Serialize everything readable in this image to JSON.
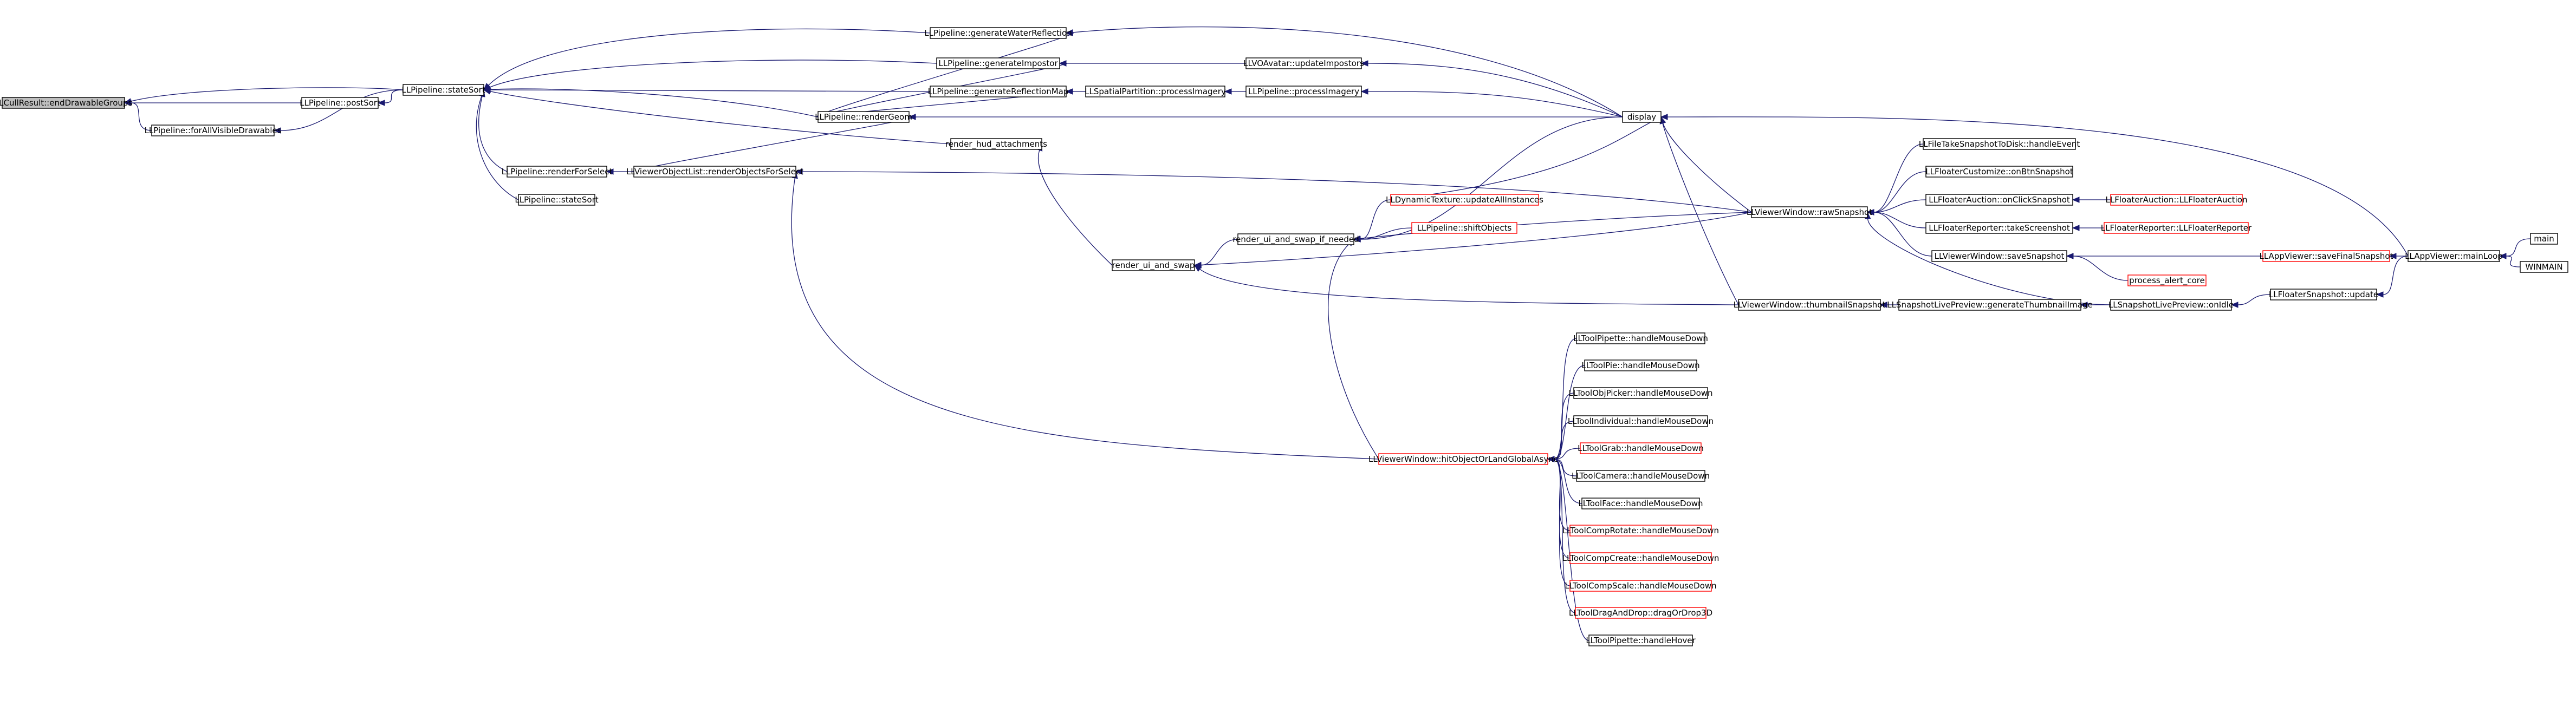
{
  "colors": {
    "edge": "#191970",
    "node_border": "#000000",
    "truncated_border": "#ff0000",
    "root_fill": "#bfbfbf",
    "node_fill": "#ffffff"
  },
  "graph": {
    "nodes": [
      {
        "id": "n0",
        "label": "LLCullResult::endDrawableGroups",
        "kind": "root"
      },
      {
        "id": "n1",
        "label": "LLPipeline::forAllVisibleDrawables",
        "kind": "normal"
      },
      {
        "id": "n2",
        "label": "LLPipeline::postSort",
        "kind": "normal"
      },
      {
        "id": "n3",
        "label": "LLPipeline::stateSort",
        "kind": "normal"
      },
      {
        "id": "n4",
        "label": "LLPipeline::generateWaterReflection",
        "kind": "normal"
      },
      {
        "id": "n5",
        "label": "LLPipeline::generateImpostor",
        "kind": "normal"
      },
      {
        "id": "n6",
        "label": "LLPipeline::generateReflectionMap",
        "kind": "normal"
      },
      {
        "id": "n7",
        "label": "LLPipeline::renderGeom",
        "kind": "normal"
      },
      {
        "id": "n8",
        "label": "render_hud_attachments",
        "kind": "normal"
      },
      {
        "id": "n9",
        "label": "LLPipeline::renderForSelect",
        "kind": "normal"
      },
      {
        "id": "n10",
        "label": "LLPipeline::stateSort",
        "kind": "normal"
      },
      {
        "id": "n11",
        "label": "LLViewerObjectList::renderObjectsForSelect",
        "kind": "normal"
      },
      {
        "id": "n12",
        "label": "LLVOAvatar::updateImpostors",
        "kind": "normal"
      },
      {
        "id": "n13",
        "label": "LLSpatialPartition::processImagery",
        "kind": "normal"
      },
      {
        "id": "n14",
        "label": "LLPipeline::processImagery",
        "kind": "normal"
      },
      {
        "id": "n15",
        "label": "display",
        "kind": "normal"
      },
      {
        "id": "n16",
        "label": "render_ui_and_swap",
        "kind": "normal"
      },
      {
        "id": "n17",
        "label": "render_ui_and_swap_if_needed",
        "kind": "normal"
      },
      {
        "id": "n18",
        "label": "LLDynamicTexture::updateAllInstances",
        "kind": "truncated"
      },
      {
        "id": "n19",
        "label": "LLPipeline::shiftObjects",
        "kind": "truncated"
      },
      {
        "id": "n20",
        "label": "LLViewerWindow::rawSnapshot",
        "kind": "normal"
      },
      {
        "id": "n21",
        "label": "LLViewerWindow::thumbnailSnapshot",
        "kind": "normal"
      },
      {
        "id": "n22",
        "label": "LLViewerWindow::hitObjectOrLandGlobalAsync",
        "kind": "truncated"
      },
      {
        "id": "n23",
        "label": "LLToolPipette::handleMouseDown",
        "kind": "normal"
      },
      {
        "id": "n24",
        "label": "LLToolPie::handleMouseDown",
        "kind": "normal"
      },
      {
        "id": "n25",
        "label": "LLToolObjPicker::handleMouseDown",
        "kind": "normal"
      },
      {
        "id": "n26",
        "label": "LLToolIndividual::handleMouseDown",
        "kind": "normal"
      },
      {
        "id": "n27",
        "label": "LLToolGrab::handleMouseDown",
        "kind": "truncated"
      },
      {
        "id": "n28",
        "label": "LLToolCamera::handleMouseDown",
        "kind": "normal"
      },
      {
        "id": "n29",
        "label": "LLToolFace::handleMouseDown",
        "kind": "normal"
      },
      {
        "id": "n30",
        "label": "LLToolCompRotate::handleMouseDown",
        "kind": "truncated"
      },
      {
        "id": "n31",
        "label": "LLToolCompCreate::handleMouseDown",
        "kind": "truncated"
      },
      {
        "id": "n32",
        "label": "LLToolCompScale::handleMouseDown",
        "kind": "truncated"
      },
      {
        "id": "n33",
        "label": "LLToolDragAndDrop::dragOrDrop3D",
        "kind": "truncated"
      },
      {
        "id": "n34",
        "label": "LLToolPipette::handleHover",
        "kind": "normal"
      },
      {
        "id": "n35",
        "label": "LLFileTakeSnapshotToDisk::handleEvent",
        "kind": "normal"
      },
      {
        "id": "n36",
        "label": "LLFloaterCustomize::onBtnSnapshot",
        "kind": "normal"
      },
      {
        "id": "n37",
        "label": "LLFloaterAuction::onClickSnapshot",
        "kind": "normal"
      },
      {
        "id": "n38",
        "label": "LLFloaterReporter::takeScreenshot",
        "kind": "normal"
      },
      {
        "id": "n39",
        "label": "LLViewerWindow::saveSnapshot",
        "kind": "normal"
      },
      {
        "id": "n40",
        "label": "process_alert_core",
        "kind": "truncated"
      },
      {
        "id": "n41",
        "label": "LLSnapshotLivePreview::generateThumbnailImage",
        "kind": "normal"
      },
      {
        "id": "n42",
        "label": "LLSnapshotLivePreview::onIdle",
        "kind": "normal"
      },
      {
        "id": "n43",
        "label": "LLFloaterAuction::LLFloaterAuction",
        "kind": "truncated"
      },
      {
        "id": "n44",
        "label": "LLFloaterReporter::LLFloaterReporter",
        "kind": "truncated"
      },
      {
        "id": "n45",
        "label": "LLAppViewer::saveFinalSnapshot",
        "kind": "truncated"
      },
      {
        "id": "n46",
        "label": "LLAppViewer::mainLoop",
        "kind": "normal"
      },
      {
        "id": "n47",
        "label": "LLFloaterSnapshot::update",
        "kind": "normal"
      },
      {
        "id": "n48",
        "label": "main",
        "kind": "normal"
      },
      {
        "id": "n49",
        "label": "WINMAIN",
        "kind": "normal"
      }
    ],
    "edges": [
      [
        "n1",
        "n0"
      ],
      [
        "n2",
        "n0"
      ],
      [
        "n3",
        "n0"
      ],
      [
        "n3",
        "n1"
      ],
      [
        "n3",
        "n2"
      ],
      [
        "n4",
        "n3"
      ],
      [
        "n5",
        "n3"
      ],
      [
        "n6",
        "n3"
      ],
      [
        "n7",
        "n3"
      ],
      [
        "n8",
        "n3"
      ],
      [
        "n9",
        "n3"
      ],
      [
        "n10",
        "n3"
      ],
      [
        "n7",
        "n4"
      ],
      [
        "n7",
        "n5"
      ],
      [
        "n7",
        "n6"
      ],
      [
        "n15",
        "n4"
      ],
      [
        "n12",
        "n5"
      ],
      [
        "n13",
        "n6"
      ],
      [
        "n14",
        "n13"
      ],
      [
        "n15",
        "n14"
      ],
      [
        "n15",
        "n12"
      ],
      [
        "n15",
        "n7"
      ],
      [
        "n11",
        "n7"
      ],
      [
        "n11",
        "n9"
      ],
      [
        "n16",
        "n8"
      ],
      [
        "n15",
        "n17"
      ],
      [
        "n17",
        "n16"
      ],
      [
        "n21",
        "n16"
      ],
      [
        "n20",
        "n16"
      ],
      [
        "n20",
        "n17"
      ],
      [
        "n18",
        "n17"
      ],
      [
        "n19",
        "n17"
      ],
      [
        "n22",
        "n17"
      ],
      [
        "n20",
        "n15"
      ],
      [
        "n18",
        "n15"
      ],
      [
        "n21",
        "n15"
      ],
      [
        "n46",
        "n15"
      ],
      [
        "n20",
        "n11"
      ],
      [
        "n22",
        "n11"
      ],
      [
        "n23",
        "n22"
      ],
      [
        "n24",
        "n22"
      ],
      [
        "n25",
        "n22"
      ],
      [
        "n26",
        "n22"
      ],
      [
        "n27",
        "n22"
      ],
      [
        "n28",
        "n22"
      ],
      [
        "n29",
        "n22"
      ],
      [
        "n30",
        "n22"
      ],
      [
        "n31",
        "n22"
      ],
      [
        "n32",
        "n22"
      ],
      [
        "n33",
        "n22"
      ],
      [
        "n34",
        "n22"
      ],
      [
        "n35",
        "n20"
      ],
      [
        "n36",
        "n20"
      ],
      [
        "n37",
        "n20"
      ],
      [
        "n38",
        "n20"
      ],
      [
        "n39",
        "n20"
      ],
      [
        "n42",
        "n20"
      ],
      [
        "n41",
        "n21"
      ],
      [
        "n42",
        "n41"
      ],
      [
        "n43",
        "n37"
      ],
      [
        "n44",
        "n38"
      ],
      [
        "n40",
        "n39"
      ],
      [
        "n45",
        "n39"
      ],
      [
        "n46",
        "n45"
      ],
      [
        "n47",
        "n42"
      ],
      [
        "n46",
        "n47"
      ],
      [
        "n48",
        "n46"
      ],
      [
        "n49",
        "n46"
      ]
    ]
  }
}
